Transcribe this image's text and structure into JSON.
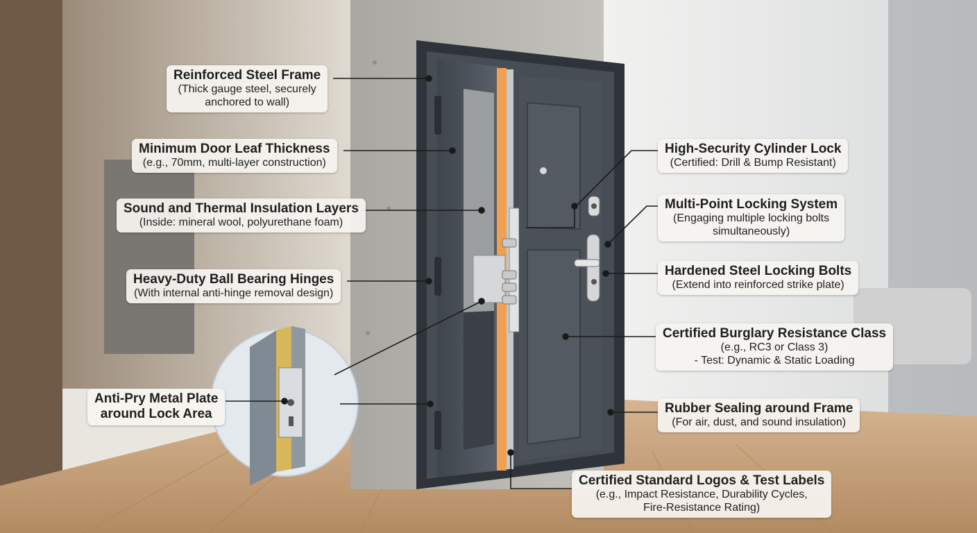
{
  "callouts": {
    "frame": {
      "title": "Reinforced Steel Frame",
      "line1": "(Thick gauge steel, securely",
      "line2": "anchored to wall)"
    },
    "thickness": {
      "title": "Minimum Door Leaf Thickness",
      "line1": "(e.g., 70mm, multi-layer construction)"
    },
    "insulation": {
      "title": "Sound and Thermal Insulation Layers",
      "line1": "(Inside: mineral wool, polyurethane foam)"
    },
    "hinges": {
      "title": "Heavy-Duty Ball Bearing Hinges",
      "line1": "(With internal anti-hinge removal design)"
    },
    "antipry": {
      "title": "Anti-Pry Metal Plate",
      "line1": "around Lock Area"
    },
    "cylinder": {
      "title": "High-Security Cylinder Lock",
      "line1": "(Certified: Drill & Bump Resistant)"
    },
    "multipoint": {
      "title": "Multi-Point Locking System",
      "line1": "(Engaging multiple locking bolts",
      "line2": "simultaneously)"
    },
    "bolts": {
      "title": "Hardened Steel Locking Bolts",
      "line1": "(Extend into reinforced strike plate)"
    },
    "burglary": {
      "title": "Certified Burglary Resistance Class",
      "line1": "(e.g., RC3 or Class 3)",
      "line2": "- Test: Dynamic & Static Loading"
    },
    "sealing": {
      "title": "Rubber Sealing around Frame",
      "line1": "(For air, dust, and sound insulation)"
    },
    "logos": {
      "title": "Certified Standard Logos & Test Labels",
      "line1": "(e.g., Impact Resistance, Durability Cycles,",
      "line2": "Fire-Resistance Rating)"
    }
  },
  "colors": {
    "frame": "#3a3f45",
    "leaf": "#4a5057",
    "insulation": "#f0a050",
    "wall": "#b8b6b0",
    "floor": "#c9a27a"
  }
}
